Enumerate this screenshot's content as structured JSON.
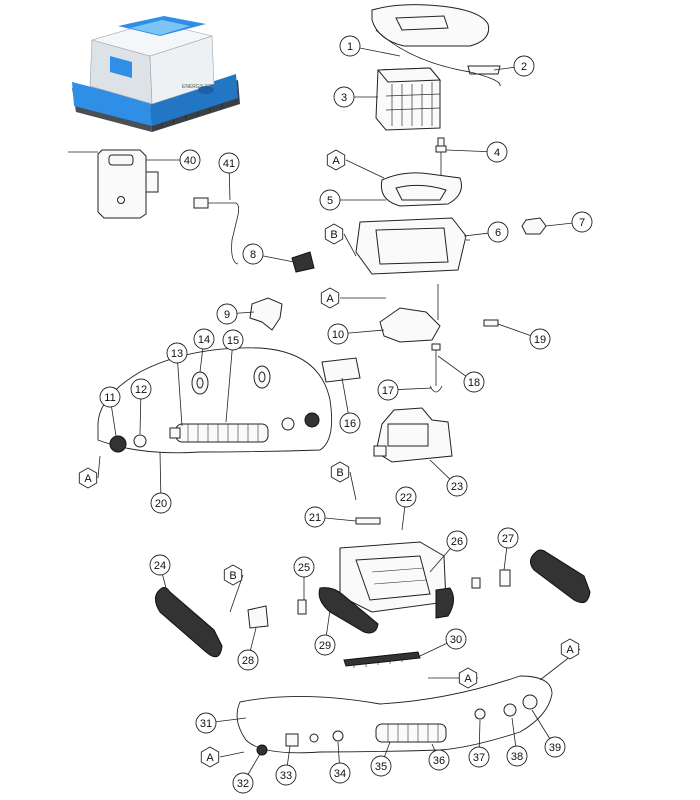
{
  "diagram": {
    "callouts": [
      {
        "id": "c1",
        "label": "1"
      },
      {
        "id": "c2",
        "label": "2"
      },
      {
        "id": "c3",
        "label": "3"
      },
      {
        "id": "c4",
        "label": "4"
      },
      {
        "id": "c5",
        "label": "5"
      },
      {
        "id": "c6",
        "label": "6"
      },
      {
        "id": "c7",
        "label": "7"
      },
      {
        "id": "c8",
        "label": "8"
      },
      {
        "id": "c9",
        "label": "9"
      },
      {
        "id": "c10",
        "label": "10"
      },
      {
        "id": "c11",
        "label": "11"
      },
      {
        "id": "c12",
        "label": "12"
      },
      {
        "id": "c13",
        "label": "13"
      },
      {
        "id": "c14",
        "label": "14"
      },
      {
        "id": "c15",
        "label": "15"
      },
      {
        "id": "c16",
        "label": "16"
      },
      {
        "id": "c17",
        "label": "17"
      },
      {
        "id": "c18",
        "label": "18"
      },
      {
        "id": "c19",
        "label": "19"
      },
      {
        "id": "c20",
        "label": "20"
      },
      {
        "id": "c21",
        "label": "21"
      },
      {
        "id": "c22",
        "label": "22"
      },
      {
        "id": "c23",
        "label": "23"
      },
      {
        "id": "c24",
        "label": "24"
      },
      {
        "id": "c25",
        "label": "25"
      },
      {
        "id": "c26",
        "label": "26"
      },
      {
        "id": "c27",
        "label": "27"
      },
      {
        "id": "c28",
        "label": "28"
      },
      {
        "id": "c29",
        "label": "29"
      },
      {
        "id": "c30",
        "label": "30"
      },
      {
        "id": "c31",
        "label": "31"
      },
      {
        "id": "c32",
        "label": "32"
      },
      {
        "id": "c33",
        "label": "33"
      },
      {
        "id": "c34",
        "label": "34"
      },
      {
        "id": "c35",
        "label": "35"
      },
      {
        "id": "c36",
        "label": "36"
      },
      {
        "id": "c37",
        "label": "37"
      },
      {
        "id": "c38",
        "label": "38"
      },
      {
        "id": "c39",
        "label": "39"
      },
      {
        "id": "c40",
        "label": "40"
      },
      {
        "id": "c41",
        "label": "41"
      }
    ],
    "hex_markers": [
      {
        "id": "h1",
        "label": "A"
      },
      {
        "id": "h2",
        "label": "B"
      },
      {
        "id": "h3",
        "label": "A"
      },
      {
        "id": "h4",
        "label": "A"
      },
      {
        "id": "h5",
        "label": "B"
      },
      {
        "id": "h6",
        "label": "B"
      },
      {
        "id": "h7",
        "label": "A"
      },
      {
        "id": "h8",
        "label": "A"
      },
      {
        "id": "h9",
        "label": "A"
      }
    ],
    "robot_model_label": "ENERGY 300",
    "colors": {
      "robot_blue": "#2f8fe6",
      "robot_light_blue": "#7cc4f5",
      "robot_body": "#e8ebee",
      "track_gray": "#4a4f55",
      "line": "#222222"
    }
  }
}
